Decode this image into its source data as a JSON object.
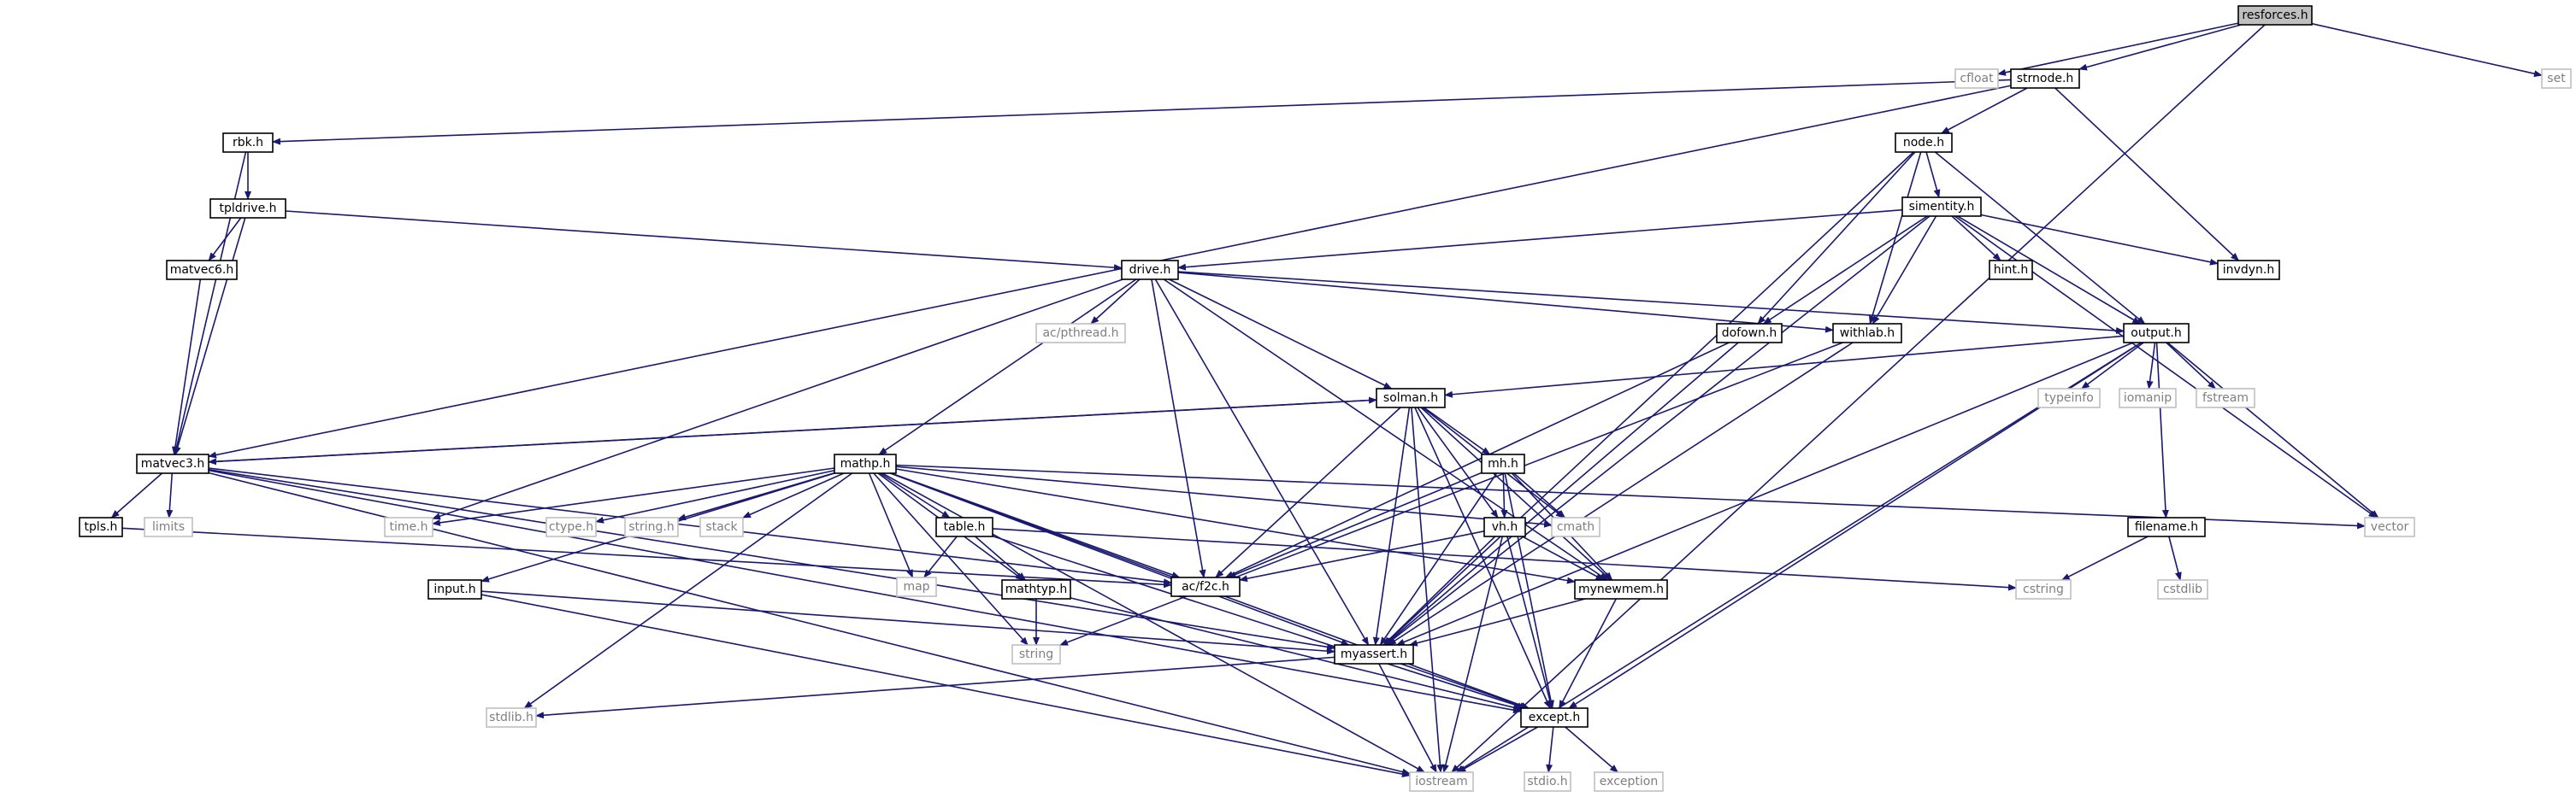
{
  "colors": {
    "edge": "#191970",
    "root_fill": "#bfbfbf",
    "system_border": "#bfbfbf",
    "system_text": "#7f7f7f"
  },
  "nodes": [
    {
      "id": "resforces",
      "label": "resforces.h",
      "kind": "root"
    },
    {
      "id": "cfloat",
      "label": "cfloat",
      "kind": "system"
    },
    {
      "id": "strnode",
      "label": "strnode.h",
      "kind": "local"
    },
    {
      "id": "set",
      "label": "set",
      "kind": "system"
    },
    {
      "id": "rbk",
      "label": "rbk.h",
      "kind": "local"
    },
    {
      "id": "node",
      "label": "node.h",
      "kind": "local"
    },
    {
      "id": "tpldrive",
      "label": "tpldrive.h",
      "kind": "local"
    },
    {
      "id": "simentity",
      "label": "simentity.h",
      "kind": "local"
    },
    {
      "id": "matvec6",
      "label": "matvec6.h",
      "kind": "local"
    },
    {
      "id": "drive",
      "label": "drive.h",
      "kind": "local"
    },
    {
      "id": "hint",
      "label": "hint.h",
      "kind": "local"
    },
    {
      "id": "invdyn",
      "label": "invdyn.h",
      "kind": "local"
    },
    {
      "id": "acpthread",
      "label": "ac/pthread.h",
      "kind": "system"
    },
    {
      "id": "dofown",
      "label": "dofown.h",
      "kind": "local"
    },
    {
      "id": "withlab",
      "label": "withlab.h",
      "kind": "local"
    },
    {
      "id": "output",
      "label": "output.h",
      "kind": "local"
    },
    {
      "id": "solman",
      "label": "solman.h",
      "kind": "local"
    },
    {
      "id": "typeinfo",
      "label": "typeinfo",
      "kind": "system"
    },
    {
      "id": "iomanip",
      "label": "iomanip",
      "kind": "system"
    },
    {
      "id": "fstream",
      "label": "fstream",
      "kind": "system"
    },
    {
      "id": "matvec3",
      "label": "matvec3.h",
      "kind": "local"
    },
    {
      "id": "mathp",
      "label": "mathp.h",
      "kind": "local"
    },
    {
      "id": "mh",
      "label": "mh.h",
      "kind": "local"
    },
    {
      "id": "tpls",
      "label": "tpls.h",
      "kind": "local"
    },
    {
      "id": "limits",
      "label": "limits",
      "kind": "system"
    },
    {
      "id": "timeh",
      "label": "time.h",
      "kind": "system"
    },
    {
      "id": "ctype",
      "label": "ctype.h",
      "kind": "system"
    },
    {
      "id": "stringh",
      "label": "string.h",
      "kind": "system"
    },
    {
      "id": "stack",
      "label": "stack",
      "kind": "system"
    },
    {
      "id": "table",
      "label": "table.h",
      "kind": "local"
    },
    {
      "id": "cmath",
      "label": "cmath",
      "kind": "system"
    },
    {
      "id": "vh",
      "label": "vh.h",
      "kind": "local"
    },
    {
      "id": "vector",
      "label": "vector",
      "kind": "system"
    },
    {
      "id": "filename",
      "label": "filename.h",
      "kind": "local"
    },
    {
      "id": "acf2c",
      "label": "ac/f2c.h",
      "kind": "local"
    },
    {
      "id": "map",
      "label": "map",
      "kind": "system"
    },
    {
      "id": "inputh",
      "label": "input.h",
      "kind": "local"
    },
    {
      "id": "mathtyp",
      "label": "mathtyp.h",
      "kind": "local"
    },
    {
      "id": "mynewmem",
      "label": "mynewmem.h",
      "kind": "local"
    },
    {
      "id": "cstring",
      "label": "cstring",
      "kind": "system"
    },
    {
      "id": "cstdlib",
      "label": "cstdlib",
      "kind": "system"
    },
    {
      "id": "string",
      "label": "string",
      "kind": "system"
    },
    {
      "id": "myassert",
      "label": "myassert.h",
      "kind": "local"
    },
    {
      "id": "stdlib",
      "label": "stdlib.h",
      "kind": "system"
    },
    {
      "id": "except",
      "label": "except.h",
      "kind": "local"
    },
    {
      "id": "iostream",
      "label": "iostream",
      "kind": "system"
    },
    {
      "id": "stdio",
      "label": "stdio.h",
      "kind": "system"
    },
    {
      "id": "exception",
      "label": "exception",
      "kind": "system"
    }
  ],
  "edges": [
    [
      "resforces",
      "cfloat"
    ],
    [
      "resforces",
      "strnode"
    ],
    [
      "resforces",
      "set"
    ],
    [
      "resforces",
      "iostream"
    ],
    [
      "strnode",
      "matvec3"
    ],
    [
      "strnode",
      "rbk"
    ],
    [
      "strnode",
      "node"
    ],
    [
      "strnode",
      "invdyn"
    ],
    [
      "rbk",
      "tpldrive"
    ],
    [
      "rbk",
      "matvec3"
    ],
    [
      "tpldrive",
      "matvec6"
    ],
    [
      "tpldrive",
      "matvec3"
    ],
    [
      "tpldrive",
      "drive"
    ],
    [
      "matvec6",
      "matvec3"
    ],
    [
      "node",
      "simentity"
    ],
    [
      "node",
      "dofown"
    ],
    [
      "node",
      "withlab"
    ],
    [
      "node",
      "output"
    ],
    [
      "node",
      "myassert"
    ],
    [
      "simentity",
      "drive"
    ],
    [
      "simentity",
      "dofown"
    ],
    [
      "simentity",
      "withlab"
    ],
    [
      "simentity",
      "hint"
    ],
    [
      "simentity",
      "invdyn"
    ],
    [
      "simentity",
      "output"
    ],
    [
      "simentity",
      "vector"
    ],
    [
      "simentity",
      "myassert"
    ],
    [
      "drive",
      "acpthread"
    ],
    [
      "drive",
      "withlab"
    ],
    [
      "drive",
      "output"
    ],
    [
      "drive",
      "solman"
    ],
    [
      "drive",
      "mathp"
    ],
    [
      "drive",
      "timeh"
    ],
    [
      "drive",
      "acf2c"
    ],
    [
      "drive",
      "mynewmem"
    ],
    [
      "drive",
      "myassert"
    ],
    [
      "dofown",
      "acf2c"
    ],
    [
      "dofown",
      "myassert"
    ],
    [
      "withlab",
      "myassert"
    ],
    [
      "withlab",
      "string"
    ],
    [
      "output",
      "solman"
    ],
    [
      "output",
      "typeinfo"
    ],
    [
      "output",
      "iomanip"
    ],
    [
      "output",
      "fstream"
    ],
    [
      "output",
      "filename"
    ],
    [
      "output",
      "vector"
    ],
    [
      "output",
      "iostream"
    ],
    [
      "output",
      "except"
    ],
    [
      "output",
      "myassert"
    ],
    [
      "solman",
      "matvec3"
    ],
    [
      "solman",
      "mh"
    ],
    [
      "solman",
      "vh"
    ],
    [
      "solman",
      "cmath"
    ],
    [
      "solman",
      "mynewmem"
    ],
    [
      "solman",
      "acf2c"
    ],
    [
      "solman",
      "myassert"
    ],
    [
      "solman",
      "except"
    ],
    [
      "solman",
      "iostream"
    ],
    [
      "matvec3",
      "solman"
    ],
    [
      "matvec3",
      "tpls"
    ],
    [
      "matvec3",
      "limits"
    ],
    [
      "matvec3",
      "myassert"
    ],
    [
      "matvec3",
      "except"
    ],
    [
      "matvec3",
      "iostream"
    ],
    [
      "matvec3",
      "acf2c"
    ],
    [
      "tpls",
      "acf2c"
    ],
    [
      "mathp",
      "timeh"
    ],
    [
      "mathp",
      "ctype"
    ],
    [
      "mathp",
      "stringh"
    ],
    [
      "mathp",
      "stack"
    ],
    [
      "mathp",
      "table"
    ],
    [
      "mathp",
      "cmath"
    ],
    [
      "mathp",
      "vector"
    ],
    [
      "mathp",
      "inputh"
    ],
    [
      "mathp",
      "stdlib"
    ],
    [
      "mathp",
      "map"
    ],
    [
      "mathp",
      "mathtyp"
    ],
    [
      "mathp",
      "string"
    ],
    [
      "mathp",
      "myassert"
    ],
    [
      "mathp",
      "except"
    ],
    [
      "mathp",
      "iostream"
    ],
    [
      "mathp",
      "mynewmem"
    ],
    [
      "mathp",
      "acf2c"
    ],
    [
      "table",
      "map"
    ],
    [
      "table",
      "mathtyp"
    ],
    [
      "table",
      "cstring"
    ],
    [
      "table",
      "except"
    ],
    [
      "mathtyp",
      "string"
    ],
    [
      "mathtyp",
      "except"
    ],
    [
      "inputh",
      "myassert"
    ],
    [
      "inputh",
      "iostream"
    ],
    [
      "mh",
      "cmath"
    ],
    [
      "mh",
      "vh"
    ],
    [
      "mh",
      "mynewmem"
    ],
    [
      "mh",
      "acf2c"
    ],
    [
      "mh",
      "myassert"
    ],
    [
      "mh",
      "except"
    ],
    [
      "vh",
      "acf2c"
    ],
    [
      "vh",
      "mynewmem"
    ],
    [
      "vh",
      "myassert"
    ],
    [
      "vh",
      "except"
    ],
    [
      "vh",
      "iostream"
    ],
    [
      "mynewmem",
      "myassert"
    ],
    [
      "mynewmem",
      "except"
    ],
    [
      "filename",
      "cstring"
    ],
    [
      "filename",
      "cstdlib"
    ],
    [
      "myassert",
      "stdlib"
    ],
    [
      "myassert",
      "except"
    ],
    [
      "myassert",
      "iostream"
    ],
    [
      "except",
      "iostream"
    ],
    [
      "except",
      "stdio"
    ],
    [
      "except",
      "exception"
    ]
  ]
}
